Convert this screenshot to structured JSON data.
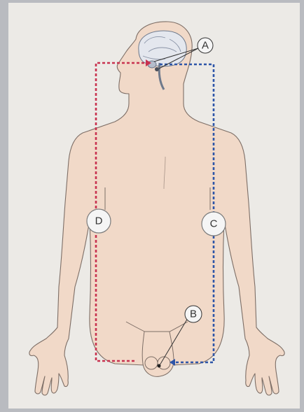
{
  "labels": {
    "a": "A",
    "b": "B",
    "c": "C",
    "d": "D"
  },
  "colors": {
    "page_background": "#eceae6",
    "skin": "#f1d9c8",
    "outline": "#7d6e66",
    "afferent_path_red": "#c8324f",
    "efferent_path_blue": "#2d55a8",
    "brain": "#e4e7ee"
  }
}
